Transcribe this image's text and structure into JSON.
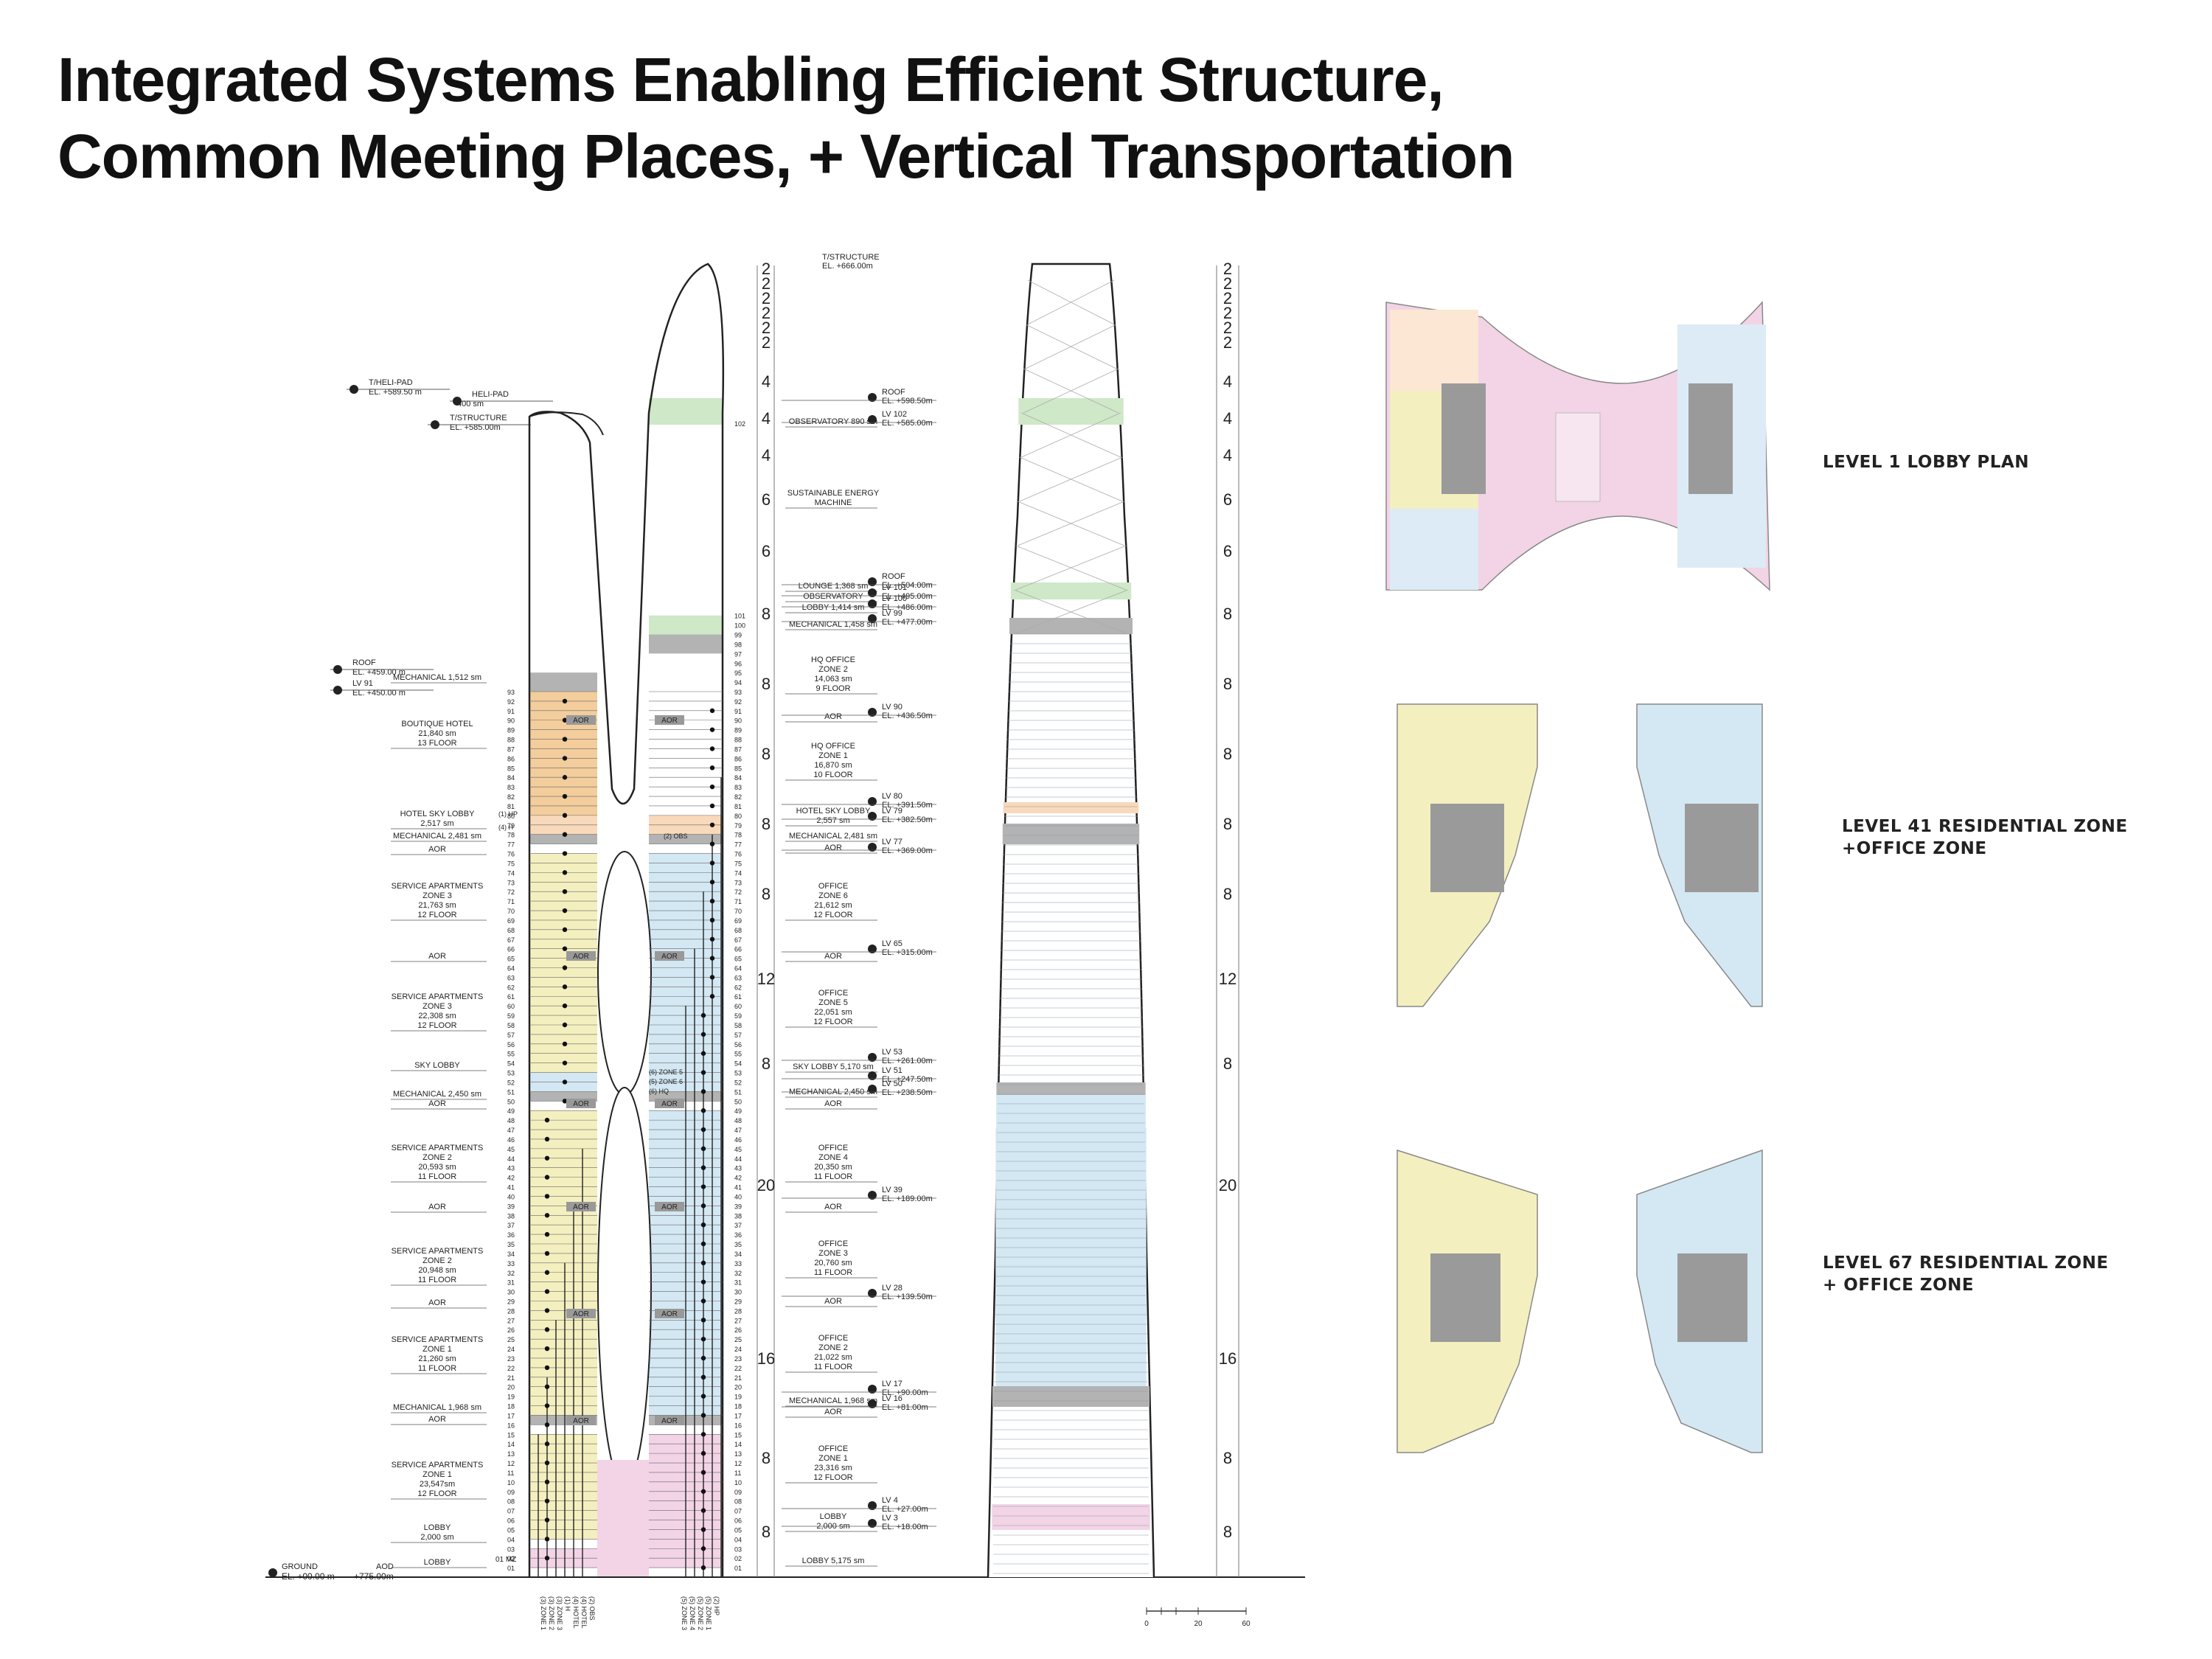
{
  "title": {
    "line1": "Integrated Systems Enabling Efficient Structure,",
    "line2": "Common Meeting Places, + Vertical Transportation"
  },
  "zone_colors": {
    "hotel": "#f3cd9c",
    "residential": "#f4efbf",
    "office": "#d4e8f3",
    "lobby": "#f2d4e6",
    "observatory": "#cfe8c8",
    "mechanical": "#b3b3b3",
    "sky_lobby": "#f9d9bb"
  },
  "left_section": {
    "elevations": [
      {
        "mark": "T/HELI-PAD",
        "value": "EL. +589.50 m"
      },
      {
        "mark": "HELI-PAD",
        "value": "400 sm"
      },
      {
        "mark": "T/STRUCTURE",
        "value": "EL. +585.00m"
      },
      {
        "mark": "ROOF",
        "value": "EL. +459.00 m"
      },
      {
        "mark": "LV 91",
        "value": "EL. +450.00 m"
      },
      {
        "mark": "GROUND",
        "value": "EL. +00.00 m"
      },
      {
        "mark": "AOD",
        "value": "+775.00m"
      }
    ],
    "program": [
      {
        "name": "MECHANICAL 1,512 sm"
      },
      {
        "name": "BOUTIQUE HOTEL",
        "area": "21,840 sm",
        "floors": "13 FLOOR"
      },
      {
        "name": "HOTEL SKY LOBBY",
        "area": "2,517 sm"
      },
      {
        "name": "MECHANICAL  2,481 sm"
      },
      {
        "name": "AOR"
      },
      {
        "name": "SERVICE APARTMENTS",
        "zone": "ZONE 3",
        "area": "21,763 sm",
        "floors": "12 FLOOR"
      },
      {
        "name": "AOR"
      },
      {
        "name": "SERVICE APARTMENTS",
        "zone": "ZONE 3",
        "area": "22,308 sm",
        "floors": "12 FLOOR"
      },
      {
        "name": "SKY LOBBY"
      },
      {
        "name": "MECHANICAL 2,450 sm"
      },
      {
        "name": "AOR"
      },
      {
        "name": "SERVICE APARTMENTS",
        "zone": "ZONE 2",
        "area": "20,593 sm",
        "floors": "11 FLOOR"
      },
      {
        "name": "AOR"
      },
      {
        "name": "SERVICE APARTMENTS",
        "zone": "ZONE 2",
        "area": "20,948 sm",
        "floors": "11 FLOOR"
      },
      {
        "name": "AOR"
      },
      {
        "name": "SERVICE APARTMENTS",
        "zone": "ZONE 1",
        "area": "21,260 sm",
        "floors": "11 FLOOR"
      },
      {
        "name": "MECHANICAL 1,968 sm"
      },
      {
        "name": "AOR"
      },
      {
        "name": "SERVICE APARTMENTS",
        "zone": "ZONE 1",
        "area": "23,547sm",
        "floors": "12 FLOOR"
      },
      {
        "name": "LOBBY",
        "area": "2,000 sm"
      },
      {
        "name": "LOBBY"
      }
    ],
    "shaft_notes": [
      "AOR",
      "(2) OBS",
      "(1) HP",
      "(4) H",
      "(6) ZONE 5",
      "(5) ZONE 6",
      "(6) HQ",
      "01 MZ"
    ],
    "elevator_groups_left": [
      "(3) ZONE 1",
      "(3) ZONE 2",
      "(3) ZONE 3",
      "(1) H",
      "(4) HOTEL",
      "(4) HOTEL",
      "(2) OBS"
    ],
    "elevator_groups_right": [
      "(5) ZONE 3",
      "(5) ZONE 4",
      "(5) ZONE 2",
      "(5) ZONE 1",
      "(2) HP"
    ]
  },
  "right_section": {
    "program": [
      {
        "name": "T/STRUCTURE",
        "value": "EL. +666.00m"
      },
      {
        "name": "OBSERVATORY 890 sm"
      },
      {
        "name": "SUSTAINABLE ENERGY",
        "name2": "MACHINE"
      },
      {
        "name": "LOUNGE 1,368 sm"
      },
      {
        "name": "OBSERVATORY"
      },
      {
        "name": "LOBBY 1,414 sm"
      },
      {
        "name": "MECHANICAL 1,458 sm"
      },
      {
        "name": "HQ OFFICE",
        "zone": "ZONE 2",
        "area": "14,063 sm",
        "floors": "9 FLOOR"
      },
      {
        "name": "AOR"
      },
      {
        "name": "HQ OFFICE",
        "zone": "ZONE 1",
        "area": "16,870 sm",
        "floors": "10 FLOOR"
      },
      {
        "name": "HOTEL SKY LOBBY",
        "area": "2,557 sm"
      },
      {
        "name": "MECHANICAL  2,481 sm"
      },
      {
        "name": "AOR"
      },
      {
        "name": "OFFICE",
        "zone": "ZONE 6",
        "area": "21,612 sm",
        "floors": "12 FLOOR"
      },
      {
        "name": "AOR"
      },
      {
        "name": "OFFICE",
        "zone": "ZONE 5",
        "area": "22,051 sm",
        "floors": "12 FLOOR"
      },
      {
        "name": "SKY LOBBY  5,170 sm"
      },
      {
        "name": "MECHANICAL 2,450 sm"
      },
      {
        "name": "AOR"
      },
      {
        "name": "OFFICE",
        "zone": "ZONE 4",
        "area": "20,350 sm",
        "floors": "11 FLOOR"
      },
      {
        "name": "AOR"
      },
      {
        "name": "OFFICE",
        "zone": "ZONE 3",
        "area": "20,760 sm",
        "floors": "11 FLOOR"
      },
      {
        "name": "AOR"
      },
      {
        "name": "OFFICE",
        "zone": "ZONE 2",
        "area": "21,022 sm",
        "floors": "11 FLOOR"
      },
      {
        "name": "MECHANICAL 1,968 sm"
      },
      {
        "name": "AOR"
      },
      {
        "name": "OFFICE",
        "zone": "ZONE 1",
        "area": "23,316 sm",
        "floors": "12 FLOOR"
      },
      {
        "name": "LOBBY",
        "area": "2,000 sm"
      },
      {
        "name": "LOBBY  5,175 sm"
      }
    ],
    "levels": [
      {
        "mark": "ROOF",
        "value": "EL. +598.50m"
      },
      {
        "mark": "LV 102",
        "value": "EL. +585.00m"
      },
      {
        "mark": "ROOF",
        "value": "EL. +504.00m"
      },
      {
        "mark": "LV 101",
        "value": "EL. +495.00m"
      },
      {
        "mark": "LV 100",
        "value": "EL. +486.00m"
      },
      {
        "mark": "LV 99",
        "value": "EL. +477.00m"
      },
      {
        "mark": "LV 90",
        "value": "EL. +436.50m"
      },
      {
        "mark": "LV 80",
        "value": "EL. +391.50m"
      },
      {
        "mark": "LV 79",
        "value": "EL. +382.50m"
      },
      {
        "mark": "LV 77",
        "value": "EL. +369.00m"
      },
      {
        "mark": "LV 65",
        "value": "EL. +315.00m"
      },
      {
        "mark": "LV 53",
        "value": "EL. +261.00m"
      },
      {
        "mark": "LV 51",
        "value": "EL. +247.50m"
      },
      {
        "mark": "LV 50",
        "value": "EL. +238.50m"
      },
      {
        "mark": "LV 39",
        "value": "EL. +189.00m"
      },
      {
        "mark": "LV 28",
        "value": "EL. +139.50m"
      },
      {
        "mark": "LV 17",
        "value": "EL. +90.00m"
      },
      {
        "mark": "LV 16",
        "value": "EL. +81.00m"
      },
      {
        "mark": "LV 4",
        "value": "EL. +27.00m"
      },
      {
        "mark": "LV 3",
        "value": "EL. +18.00m"
      }
    ]
  },
  "floor_counts": [
    "2",
    "2",
    "2",
    "2",
    "2",
    "2",
    "4",
    "4",
    "4",
    "6",
    "6",
    "8",
    "8",
    "8",
    "8",
    "8",
    "12",
    "8",
    "20",
    "16",
    "8",
    "8"
  ],
  "scale_bar": {
    "ticks": [
      "0",
      "20",
      "60"
    ]
  },
  "plans": [
    {
      "label": "LEVEL 1 LOBBY PLAN"
    },
    {
      "label": "LEVEL 41 RESIDENTIAL ZONE\n+OFFICE ZONE"
    },
    {
      "label": "LEVEL 67 RESIDENTIAL ZONE\n+ OFFICE ZONE"
    }
  ]
}
